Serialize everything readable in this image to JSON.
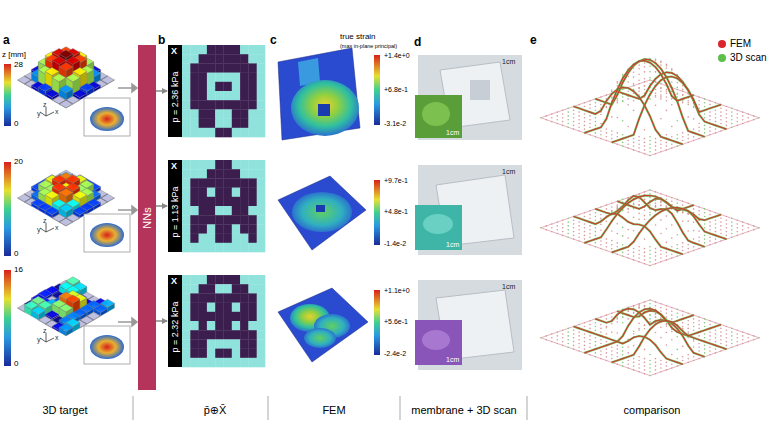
{
  "diagram": {
    "nodes": [
      {
        "text": [
          "NNs"
        ]
      },
      {
        "text": [
          "X",
          "p = 2.36 kPa"
        ]
      },
      {
        "text": [
          "X",
          "p = 1.13 kPa"
        ]
      },
      {
        "text": [
          "X",
          "p = 2.32 kPa"
        ]
      }
    ],
    "edges": [
      {
        "from": 0,
        "to": 1,
        "arrow": "to"
      },
      {
        "from": 0,
        "to": 2,
        "arrow": "to"
      },
      {
        "from": 0,
        "to": 3,
        "arrow": "to"
      }
    ],
    "labels": [
      "a",
      "b",
      "c",
      "d",
      "e",
      "z [mm]",
      "28",
      "0",
      "20",
      "0",
      "16",
      "0",
      "y",
      "z",
      "x",
      "z",
      "y",
      "x",
      "z",
      "y",
      "x",
      "true strain",
      "(max in-plane principal)",
      "+1.4e+0",
      "+6.8e-1",
      "-3.1e-2",
      "+9.7e-1",
      "+4.8e-1",
      "-1.4e-2",
      "+1.1e+0",
      "+5.6e-1",
      "-2.4e-2",
      "1cm",
      "1cm",
      "1cm",
      "1cm",
      "1cm",
      "1cm",
      "3D target",
      "p̄⊕X̄",
      "FEM",
      "membrane + 3D scan",
      "comparison"
    ],
    "legend": [
      {
        "text": "FEM",
        "color": "#d9262b"
      },
      {
        "text": "3D scan",
        "color": "#5cbf4a"
      }
    ]
  }
}
